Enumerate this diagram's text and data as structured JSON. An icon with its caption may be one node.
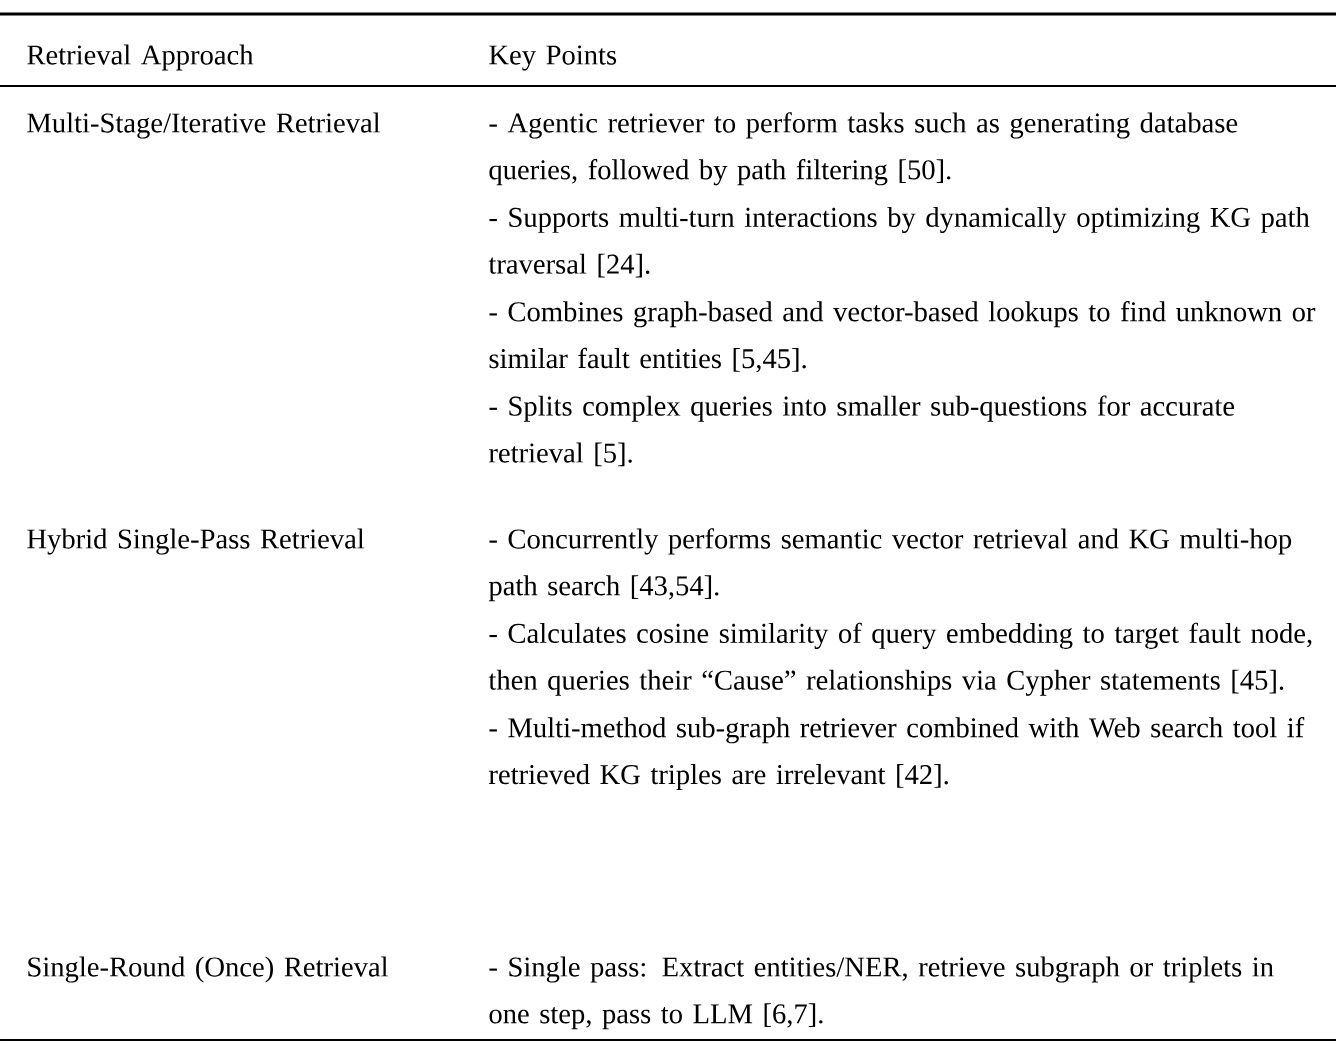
{
  "diagram": {
    "labels": [
      "Retrieval Approach",
      "Key Points",
      "Multi-Stage/Iterative Retrieval",
      "- Agentic retriever to perform tasks such as generating database queries, followed by path filtering [50].",
      "- Supports multi-turn interactions by dynamically optimizing KG path traversal [24].",
      "- Combines graph-based and vector-based lookups to find unknown or similar fault entities [5,45].",
      "- Splits complex queries into smaller sub-questions for accurate retrieval [5].",
      "Hybrid Single-Pass Retrieval",
      "- Concurrently performs semantic vector retrieval and KG multi-hop path search [43,54].",
      "- Calculates cosine similarity of query embedding to target fault node, then queries their “Cause” relationships via Cypher statements [45].",
      "- Multi-method sub-graph retriever combined with Web search tool if retrieved KG triples are irrelevant [42].",
      "Single-Round (Once) Retrieval",
      "- Single pass: Extract entities/NER, retrieve subgraph or triplets in one step, pass to LLM [6,7]."
    ]
  }
}
